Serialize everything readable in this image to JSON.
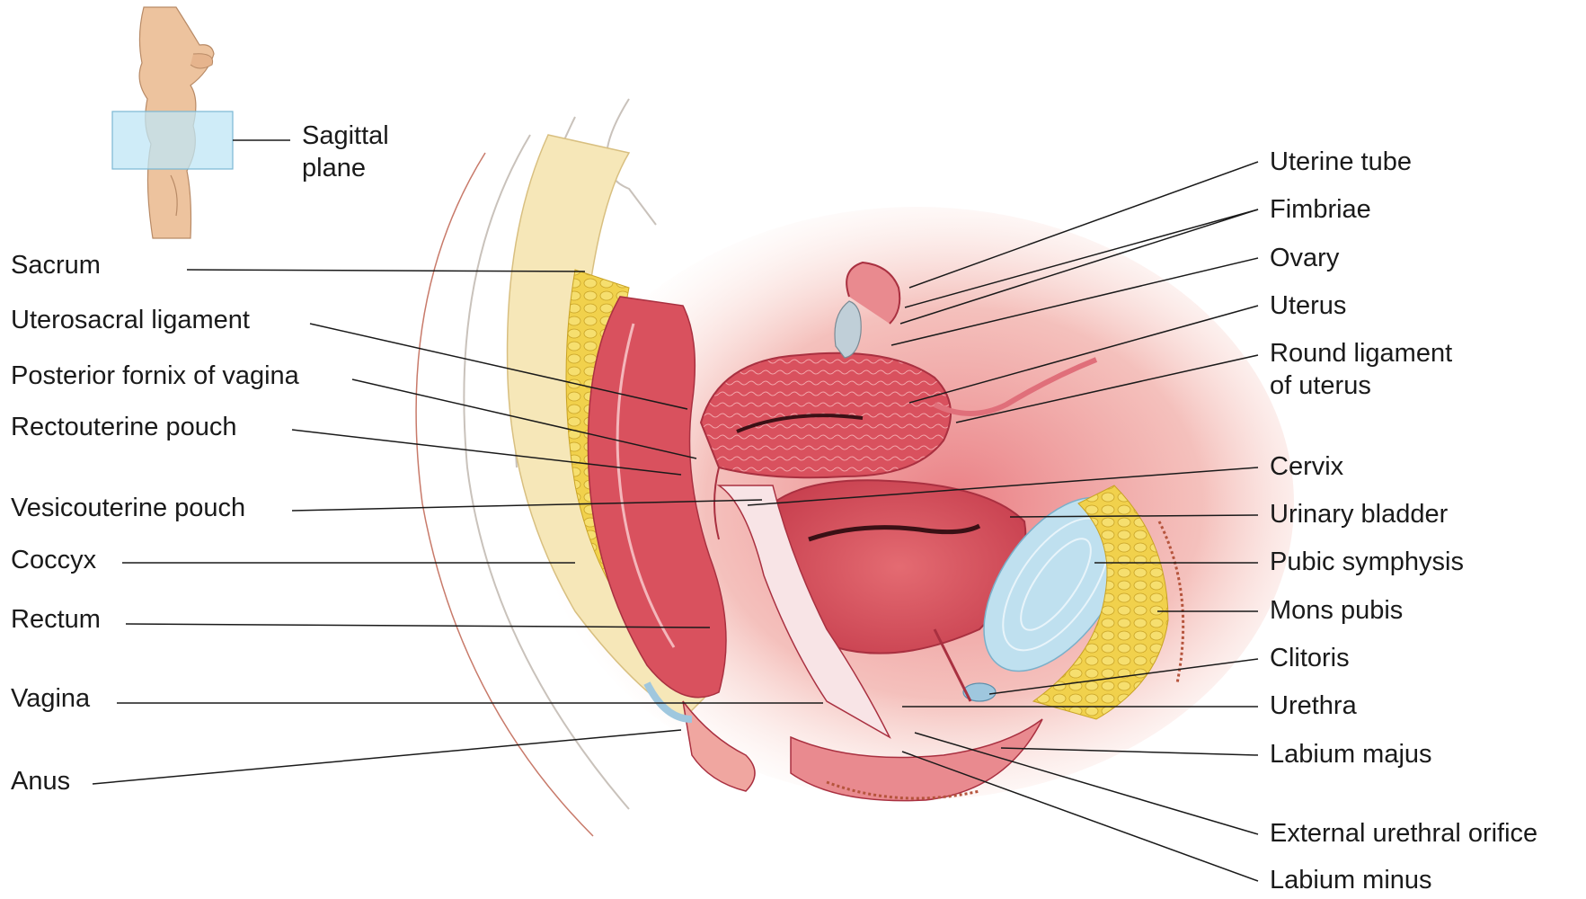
{
  "inset": {
    "plane_label_line1": "Sagittal",
    "plane_label_line2": "plane"
  },
  "labels_left": [
    {
      "id": "sacrum",
      "text": "Sacrum"
    },
    {
      "id": "uterosacral-ligament",
      "text": "Uterosacral ligament"
    },
    {
      "id": "posterior-fornix",
      "text": "Posterior fornix of vagina"
    },
    {
      "id": "rectouterine-pouch",
      "text": "Rectouterine pouch"
    },
    {
      "id": "vesicouterine-pouch",
      "text": "Vesicouterine pouch"
    },
    {
      "id": "coccyx",
      "text": "Coccyx"
    },
    {
      "id": "rectum",
      "text": "Rectum"
    },
    {
      "id": "vagina",
      "text": "Vagina"
    },
    {
      "id": "anus",
      "text": "Anus"
    }
  ],
  "labels_right": [
    {
      "id": "uterine-tube",
      "text": "Uterine tube"
    },
    {
      "id": "fimbriae",
      "text": "Fimbriae"
    },
    {
      "id": "ovary",
      "text": "Ovary"
    },
    {
      "id": "uterus",
      "text": "Uterus"
    },
    {
      "id": "round-ligament",
      "text": "Round ligament",
      "text2": "of uterus"
    },
    {
      "id": "cervix",
      "text": "Cervix"
    },
    {
      "id": "urinary-bladder",
      "text": "Urinary bladder"
    },
    {
      "id": "pubic-symphysis",
      "text": "Pubic symphysis"
    },
    {
      "id": "mons-pubis",
      "text": "Mons pubis"
    },
    {
      "id": "clitoris",
      "text": "Clitoris"
    },
    {
      "id": "urethra",
      "text": "Urethra"
    },
    {
      "id": "labium-majus",
      "text": "Labium majus"
    },
    {
      "id": "external-urethral-orifice",
      "text": "External urethral orifice"
    },
    {
      "id": "labium-minus",
      "text": "Labium minus"
    }
  ],
  "colors": {
    "leader": "#1a1a1a",
    "tissue_pink": "#e8808a",
    "uterus": "#d9515e",
    "fat_yellow": "#f0d24a",
    "bone_cream": "#f6e7b8",
    "cartilage_blue": "#bfe0ef",
    "skin": "#f2c9a8",
    "plane_blue": "#bfe6f5"
  }
}
